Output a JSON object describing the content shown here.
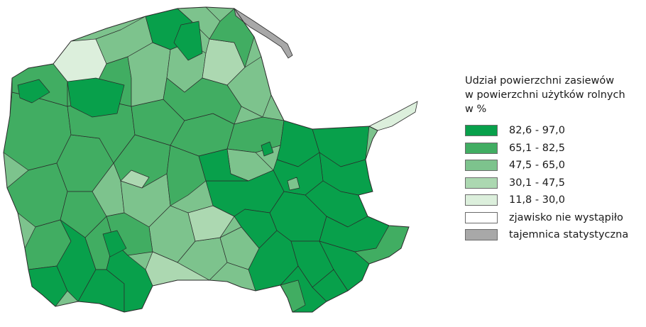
{
  "legend": {
    "title_lines": [
      "Udział powierzchni zasiewów",
      "w powierzchni użytków rolnych",
      "w %"
    ],
    "classes": [
      {
        "label": "82,6 - 97,0",
        "color": "#08a04b"
      },
      {
        "label": "65,1 - 82,5",
        "color": "#41ad62"
      },
      {
        "label": "47,5 - 65,0",
        "color": "#7dc38d"
      },
      {
        "label": "30,1 - 47,5",
        "color": "#acd8b1"
      },
      {
        "label": "11,8 - 30,0",
        "color": "#dcefdc"
      },
      {
        "label": "zjawisko nie wystąpiło",
        "color": "#ffffff"
      },
      {
        "label": "tajemnica statystyczna",
        "color": "#a8a8a8"
      }
    ]
  }
}
